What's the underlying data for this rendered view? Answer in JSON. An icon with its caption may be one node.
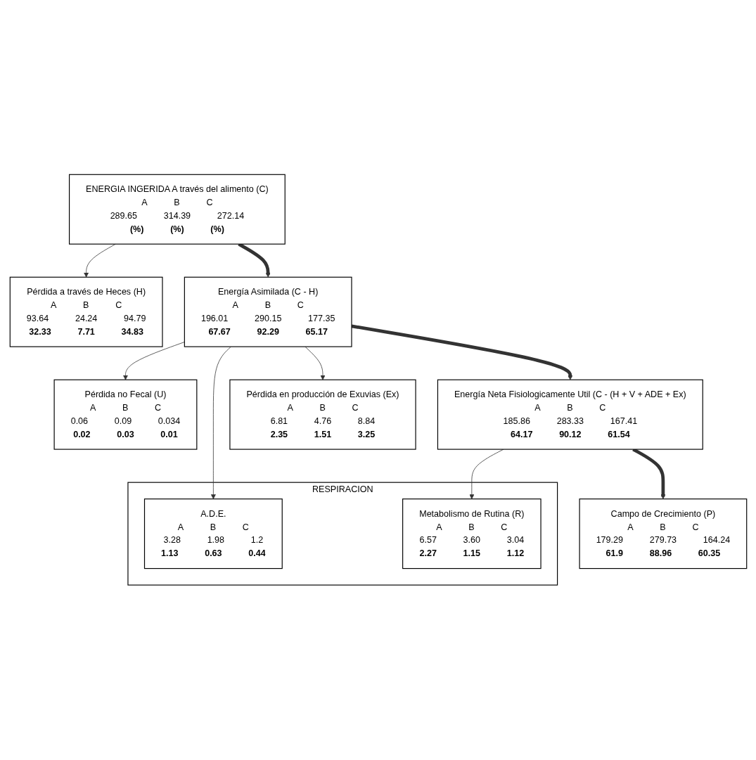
{
  "diagram": {
    "nodes": [
      {
        "text": [
          "ENERGIA INGERIDA A través del alimento (C)",
          "A",
          "B",
          "C",
          "289.65",
          "314.39",
          "272.14",
          "(%)",
          "(%)",
          "(%)"
        ]
      },
      {
        "text": [
          "Pérdida a través de Heces (H)",
          "A",
          "B",
          "C",
          "93.64",
          "24.24",
          "94.79",
          "32.33",
          "7.71",
          "34.83"
        ]
      },
      {
        "text": [
          "Energía Asimilada (C - H)",
          "A",
          "B",
          "C",
          "196.01",
          "290.15",
          "177.35",
          "67.67",
          "92.29",
          "65.17"
        ]
      },
      {
        "text": [
          "Pérdida no Fecal (U)",
          "A",
          "B",
          "C",
          "0.06",
          "0.09",
          "0.034",
          "0.02",
          "0.03",
          "0.01"
        ]
      },
      {
        "text": [
          "Energía Neta Fisiologicamente Util (C - (H + V + ADE + Ex)",
          "A",
          "B",
          "C",
          "185.86",
          "283.33",
          "167.41",
          "64.17",
          "90.12",
          "61.54"
        ]
      },
      {
        "text": [
          "Pérdida en producción de Exuvias (Ex)",
          "A",
          "B",
          "C",
          "6.81",
          "4.76",
          "8.84",
          "2.35",
          "1.51",
          "3.25"
        ]
      },
      {
        "text": [
          "Campo de Crecimiento (P)",
          "A",
          "B",
          "C",
          "179.29",
          "279.73",
          "164.24",
          "61.9",
          "88.96",
          "60.35"
        ]
      },
      {
        "text": [
          "RESPIRACION"
        ]
      },
      {
        "text": [
          "A.D.E.",
          "A",
          "B",
          "C",
          "3.28",
          "1.98",
          "1.2",
          "1.13",
          "0.63",
          "0.44"
        ],
        "in": 7
      },
      {
        "text": [
          "Metabolismo de Rutina (R)",
          "A",
          "B",
          "C",
          "6.57",
          "3.60",
          "3.04",
          "2.27",
          "1.15",
          "1.12"
        ],
        "in": 7
      }
    ],
    "edges": [
      {
        "from": 0,
        "to": 1,
        "arrow": "to"
      },
      {
        "from": 0,
        "to": 2,
        "arrow": "to",
        "style": "thick"
      },
      {
        "from": 2,
        "to": 3,
        "arrow": "to"
      },
      {
        "from": 2,
        "to": 5,
        "arrow": "to"
      },
      {
        "from": 2,
        "to": 8,
        "arrow": "to"
      },
      {
        "from": 2,
        "to": 4,
        "arrow": "to",
        "style": "thick"
      },
      {
        "from": 4,
        "to": 6,
        "arrow": "to",
        "style": "thick"
      },
      {
        "from": 4,
        "to": 9,
        "arrow": "to"
      }
    ]
  }
}
